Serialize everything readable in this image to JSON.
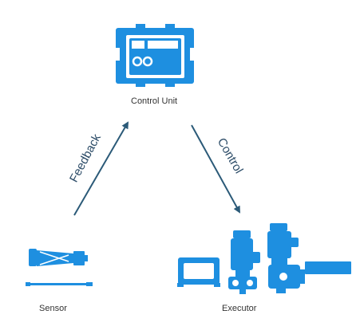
{
  "nodes": {
    "control_unit": {
      "label": "Control Unit",
      "icon": "control-unit-icon"
    },
    "sensor": {
      "label": "Sensor",
      "icon": "sensor-icon"
    },
    "executor": {
      "label": "Executor",
      "icon": "valve-actuator-icon"
    }
  },
  "edges": {
    "feedback": {
      "label": "Feedback",
      "from": "sensor",
      "to": "control_unit"
    },
    "control": {
      "label": "Control",
      "from": "control_unit",
      "to": "executor"
    }
  },
  "colors": {
    "icon_blue": "#1e8fe0",
    "arrow": "#2b5a78",
    "text": "#333333"
  }
}
